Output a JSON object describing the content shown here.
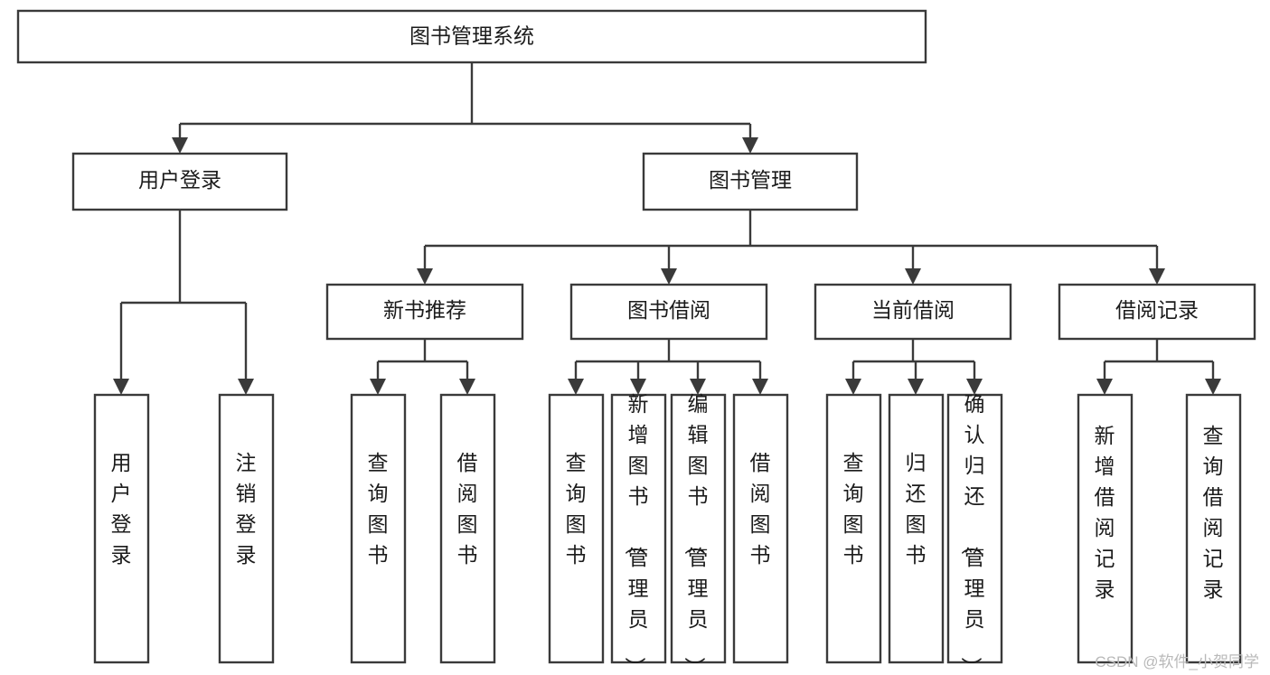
{
  "diagram": {
    "type": "tree",
    "title": "图书管理系统",
    "orientation": "top-down",
    "colors": {
      "stroke": "#3a3a3a",
      "box_fill": "#ffffff",
      "text": "#1b1b1b",
      "background": "#ffffff",
      "watermark": "#b9b9b9"
    },
    "root": {
      "label": "图书管理系统",
      "level": 0
    },
    "level2": [
      {
        "label": "用户登录"
      },
      {
        "label": "图书管理"
      }
    ],
    "level3": [
      {
        "label": "新书推荐"
      },
      {
        "label": "图书借阅"
      },
      {
        "label": "当前借阅"
      },
      {
        "label": "借阅记录"
      }
    ],
    "leaves": {
      "user_login": [
        {
          "label": "用户登录"
        },
        {
          "label": "注销登录"
        }
      ],
      "new_book": [
        {
          "label": "查询图书"
        },
        {
          "label": "借阅图书"
        }
      ],
      "book_borrow": [
        {
          "label": "查询图书"
        },
        {
          "label": "新增图书（管理员）"
        },
        {
          "label": "编辑图书（管理员）"
        },
        {
          "label": "借阅图书"
        }
      ],
      "current_borrow": [
        {
          "label": "查询图书"
        },
        {
          "label": "归还图书"
        },
        {
          "label": "确认归还（管理员）"
        }
      ],
      "borrow_record": [
        {
          "label": "新增借阅记录"
        },
        {
          "label": "查询借阅记录"
        }
      ]
    }
  },
  "watermark": {
    "text": "CSDN @软件_小贺同学"
  }
}
